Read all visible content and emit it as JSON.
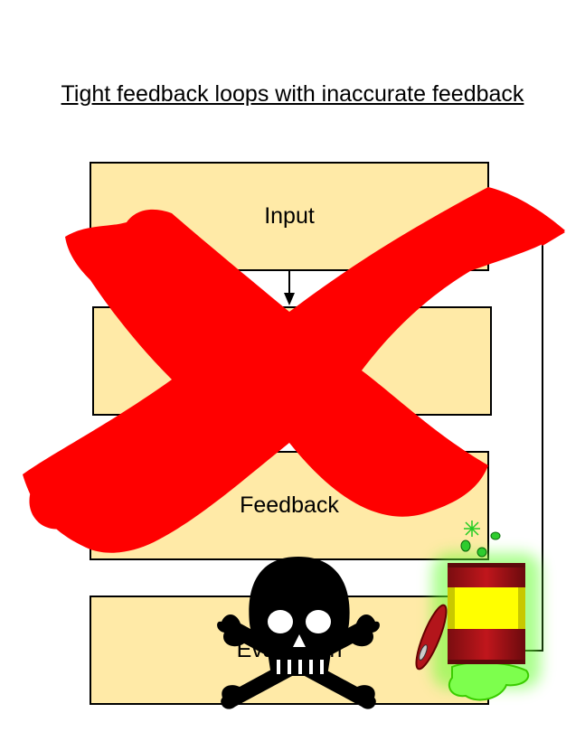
{
  "title": "Tight feedback loops with inaccurate feedback",
  "boxes": {
    "input": "Input",
    "middle": "",
    "feedback": "Feedback",
    "evaluation": "Evaluation"
  },
  "colors": {
    "box_fill": "#ffeaa7",
    "cross": "#ff0000",
    "toxic_green": "#66ff33",
    "barrel_red": "#b3151b",
    "barrel_yellow": "#ffff00"
  },
  "icons": [
    "red-x-icon",
    "skull-crossbones-icon",
    "toxic-barrel-icon"
  ]
}
